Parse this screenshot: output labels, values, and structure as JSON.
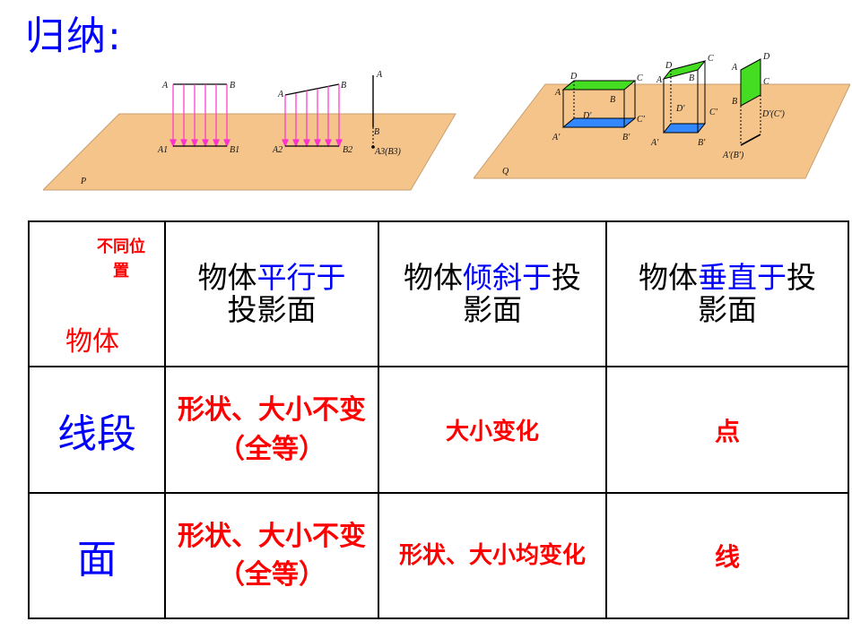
{
  "title": "归纳:",
  "figures": {
    "left": {
      "plane_label": "P",
      "points": [
        "A",
        "B",
        "A",
        "B",
        "A",
        "B",
        "A1",
        "B1",
        "A2",
        "B2",
        "A3(B3)"
      ]
    },
    "right": {
      "plane_label": "Q",
      "points": [
        "D",
        "C",
        "A",
        "B",
        "D'",
        "C'",
        "A'",
        "B'",
        "D",
        "C",
        "A",
        "B",
        "D'",
        "C'",
        "A'",
        "B'",
        "D",
        "A",
        "C",
        "B",
        "D'(C')",
        "A'(B')"
      ]
    }
  },
  "table": {
    "corner_top": "不同位置",
    "corner_bottom": "物体",
    "headers": [
      {
        "prefix": "物体",
        "keyword": "平行于",
        "suffix": "投影面"
      },
      {
        "prefix": "物体",
        "keyword": "倾斜于",
        "suffix": "投影面"
      },
      {
        "prefix": "物体",
        "keyword": "垂直于",
        "suffix": "投影面"
      }
    ],
    "rows": [
      {
        "label": "线段",
        "cells": [
          "形状、大小不变（全等）",
          "大小变化",
          "点"
        ]
      },
      {
        "label": "面",
        "cells": [
          "形状、大小不变（全等）",
          "形状、大小均变化",
          "线"
        ]
      }
    ]
  },
  "colors": {
    "accent_blue": "#0000ff",
    "accent_red": "#ff0000",
    "plane": "#f5c48a",
    "arrow": "#ff33cc",
    "face_green": "#44dd22",
    "face_blue": "#3388ff"
  }
}
